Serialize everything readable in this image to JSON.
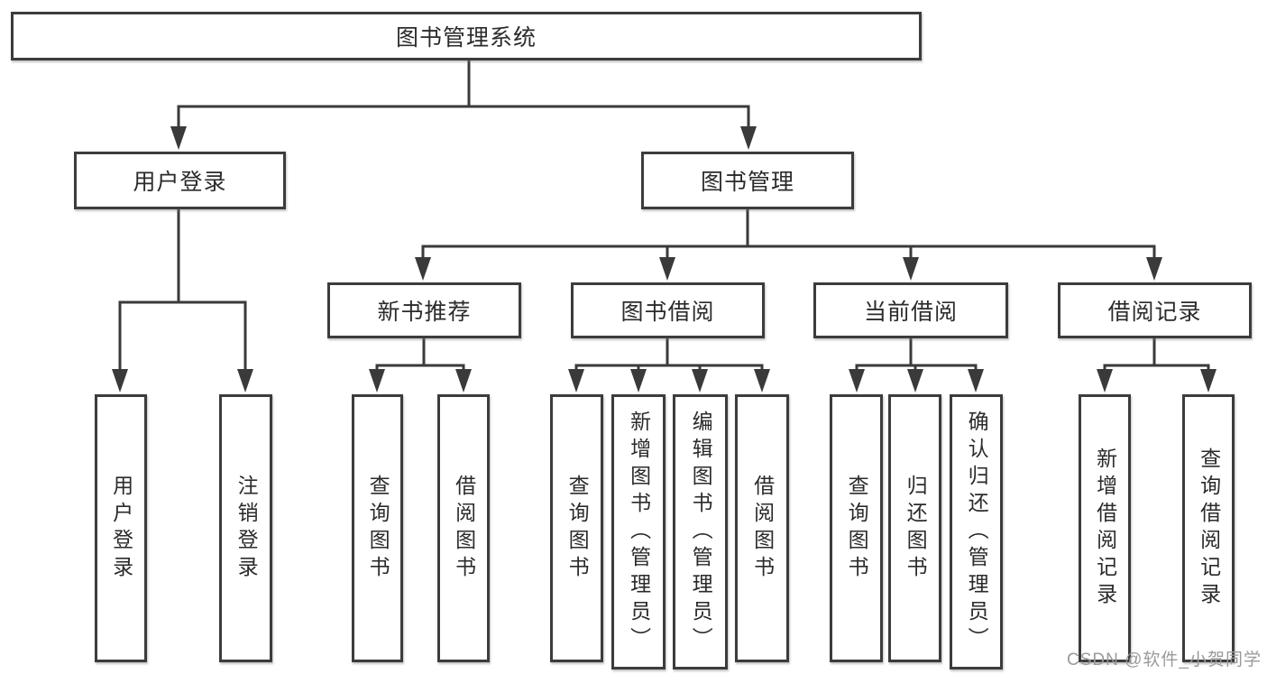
{
  "tree": {
    "root": "图书管理系统",
    "branches": [
      {
        "label": "用户登录",
        "children": [
          "用户登录",
          "注销登录"
        ]
      },
      {
        "label": "图书管理",
        "sections": [
          {
            "label": "新书推荐",
            "children": [
              "查询图书",
              "借阅图书"
            ]
          },
          {
            "label": "图书借阅",
            "children": [
              "查询图书",
              "新增图书（管理员）",
              "编辑图书（管理员）",
              "借阅图书"
            ]
          },
          {
            "label": "当前借阅",
            "children": [
              "查询图书",
              "归还图书",
              "确认归还（管理员）"
            ]
          },
          {
            "label": "借阅记录",
            "children": [
              "新增借阅记录",
              "查询借阅记录"
            ]
          }
        ]
      }
    ]
  },
  "colors": {
    "line": "#3a3a3a",
    "border": "#3c3c3c",
    "text": "#2b2b2b",
    "watermark": "#9a9a9a"
  },
  "watermark": "CSDN @软件_小贺同学"
}
